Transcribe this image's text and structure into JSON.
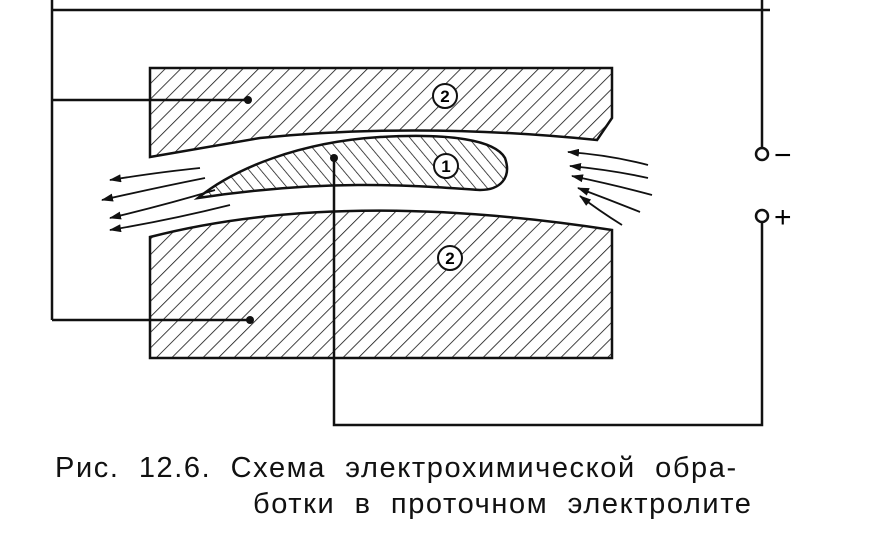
{
  "diagram": {
    "labels": {
      "workpiece": "1",
      "tool_top": "2",
      "tool_bottom": "2"
    },
    "terminals": {
      "minus": "−",
      "plus": "+"
    }
  },
  "caption": {
    "line1": "Рис.  12.6.  Схема  электрохимической  обра-",
    "line2": "ботки  в  проточном  электролите"
  }
}
